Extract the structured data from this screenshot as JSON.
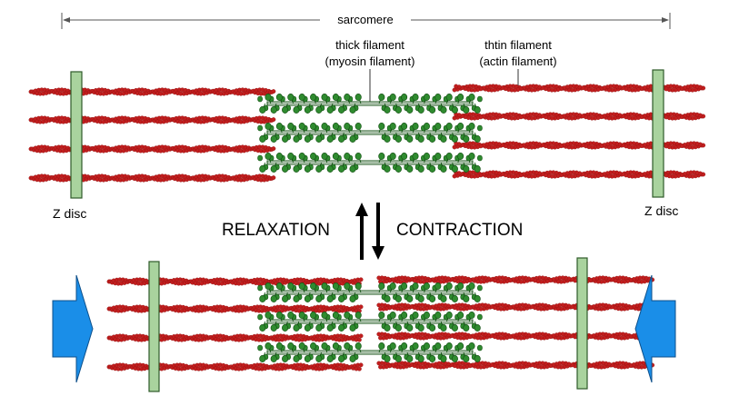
{
  "diagram": {
    "sarcomere_label": "sarcomere",
    "thick_filament_label": [
      "thick  filament",
      "(myosin  filament)"
    ],
    "thin_filament_label": [
      "thtin  filament",
      "(actin  filament)"
    ],
    "z_disc_label": "Z  disc",
    "relaxation_label": "RELAXATION",
    "contraction_label": "CONTRACTION"
  },
  "colors": {
    "actin": "#c21e1e",
    "actin_dark": "#8f1010",
    "myosin": "#2f8b2f",
    "myosin_dark": "#145214",
    "z_disc_fill": "#a9d39e",
    "z_disc_stroke": "#2e5b2a",
    "force_arrow": "#1a8ee8",
    "force_arrow_stroke": "#0d4f8a"
  }
}
